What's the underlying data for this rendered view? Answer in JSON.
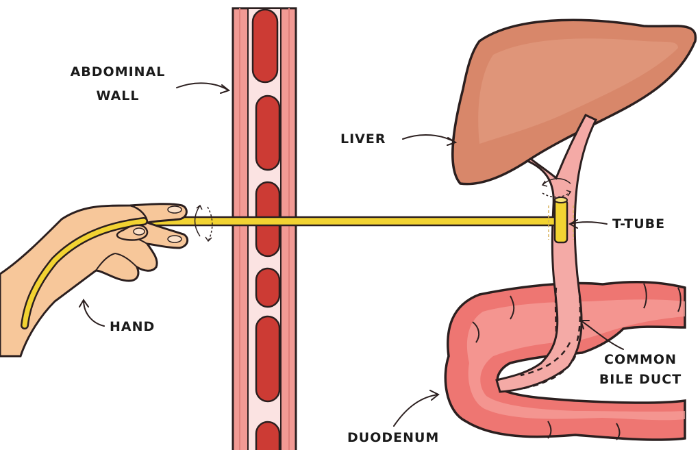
{
  "labels": {
    "abdominal_wall_line1": "ABDOMINAL",
    "abdominal_wall_line2": "WALL",
    "liver": "LIVER",
    "t_tube": "T-TUBE",
    "hand": "HAND",
    "common_bile_duct_line1": "COMMON",
    "common_bile_duct_line2": "BILE DUCT",
    "duodenum": "DUODENUM"
  },
  "colors": {
    "outline": "#2b1f1f",
    "wall_outer": "#f29a94",
    "wall_inner": "#fbe3e2",
    "muscle": "#cc3b34",
    "liver": "#d8876a",
    "liver_light": "#e39b80",
    "duct": "#f4aaa6",
    "duodenum": "#ee7672",
    "duodenum_light": "#f5a09b",
    "tube": "#f2d332",
    "skin": "#f7c79a"
  }
}
